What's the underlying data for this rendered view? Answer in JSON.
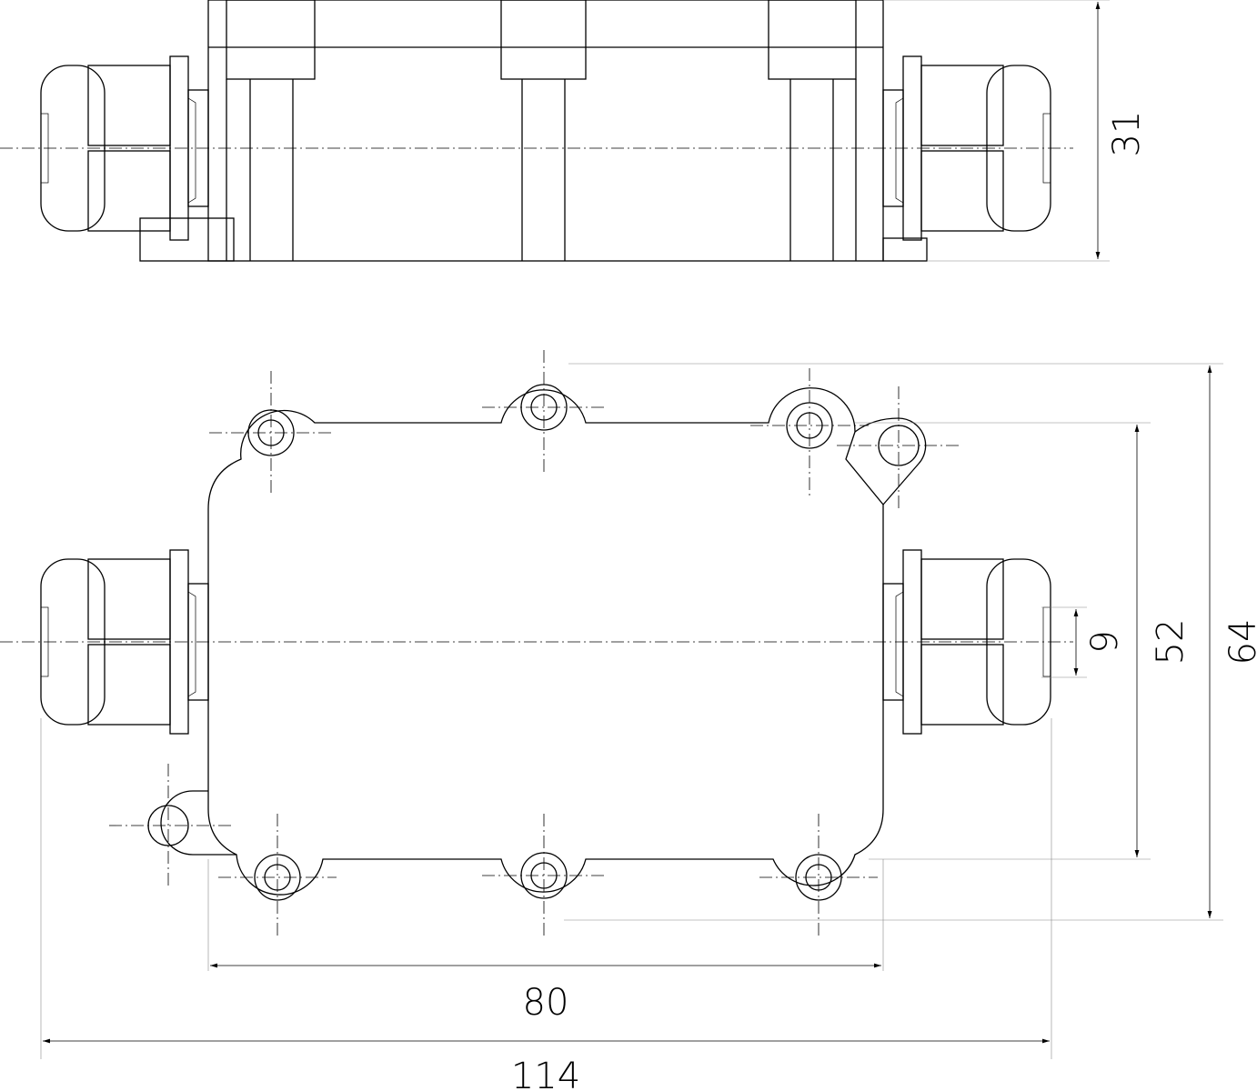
{
  "drawing": {
    "views": [
      "side-view",
      "top-view"
    ],
    "dimensions": {
      "height_side": "31",
      "overall_width_depth": "64",
      "hole_spacing_vertical": "52",
      "cable_diameter": "9",
      "body_length": "80",
      "overall_length": "114"
    },
    "units": "mm"
  }
}
